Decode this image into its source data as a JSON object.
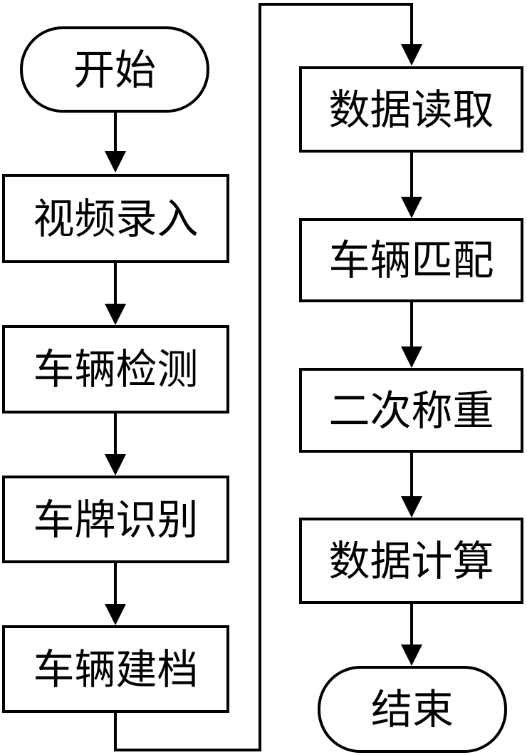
{
  "colors": {
    "stroke": "#000000",
    "background": "#ffffff"
  },
  "flowchart": {
    "left_column": [
      {
        "id": "start",
        "label": "开始",
        "shape": "terminal"
      },
      {
        "id": "video",
        "label": "视频录入",
        "shape": "process"
      },
      {
        "id": "detect",
        "label": "车辆检测",
        "shape": "process"
      },
      {
        "id": "plate",
        "label": "车牌识别",
        "shape": "process"
      },
      {
        "id": "archive",
        "label": "车辆建档",
        "shape": "process"
      }
    ],
    "right_column": [
      {
        "id": "read",
        "label": "数据读取",
        "shape": "process"
      },
      {
        "id": "match",
        "label": "车辆匹配",
        "shape": "process"
      },
      {
        "id": "reweigh",
        "label": "二次称重",
        "shape": "process"
      },
      {
        "id": "calc",
        "label": "数据计算",
        "shape": "process"
      },
      {
        "id": "end",
        "label": "结束",
        "shape": "terminal"
      }
    ]
  }
}
